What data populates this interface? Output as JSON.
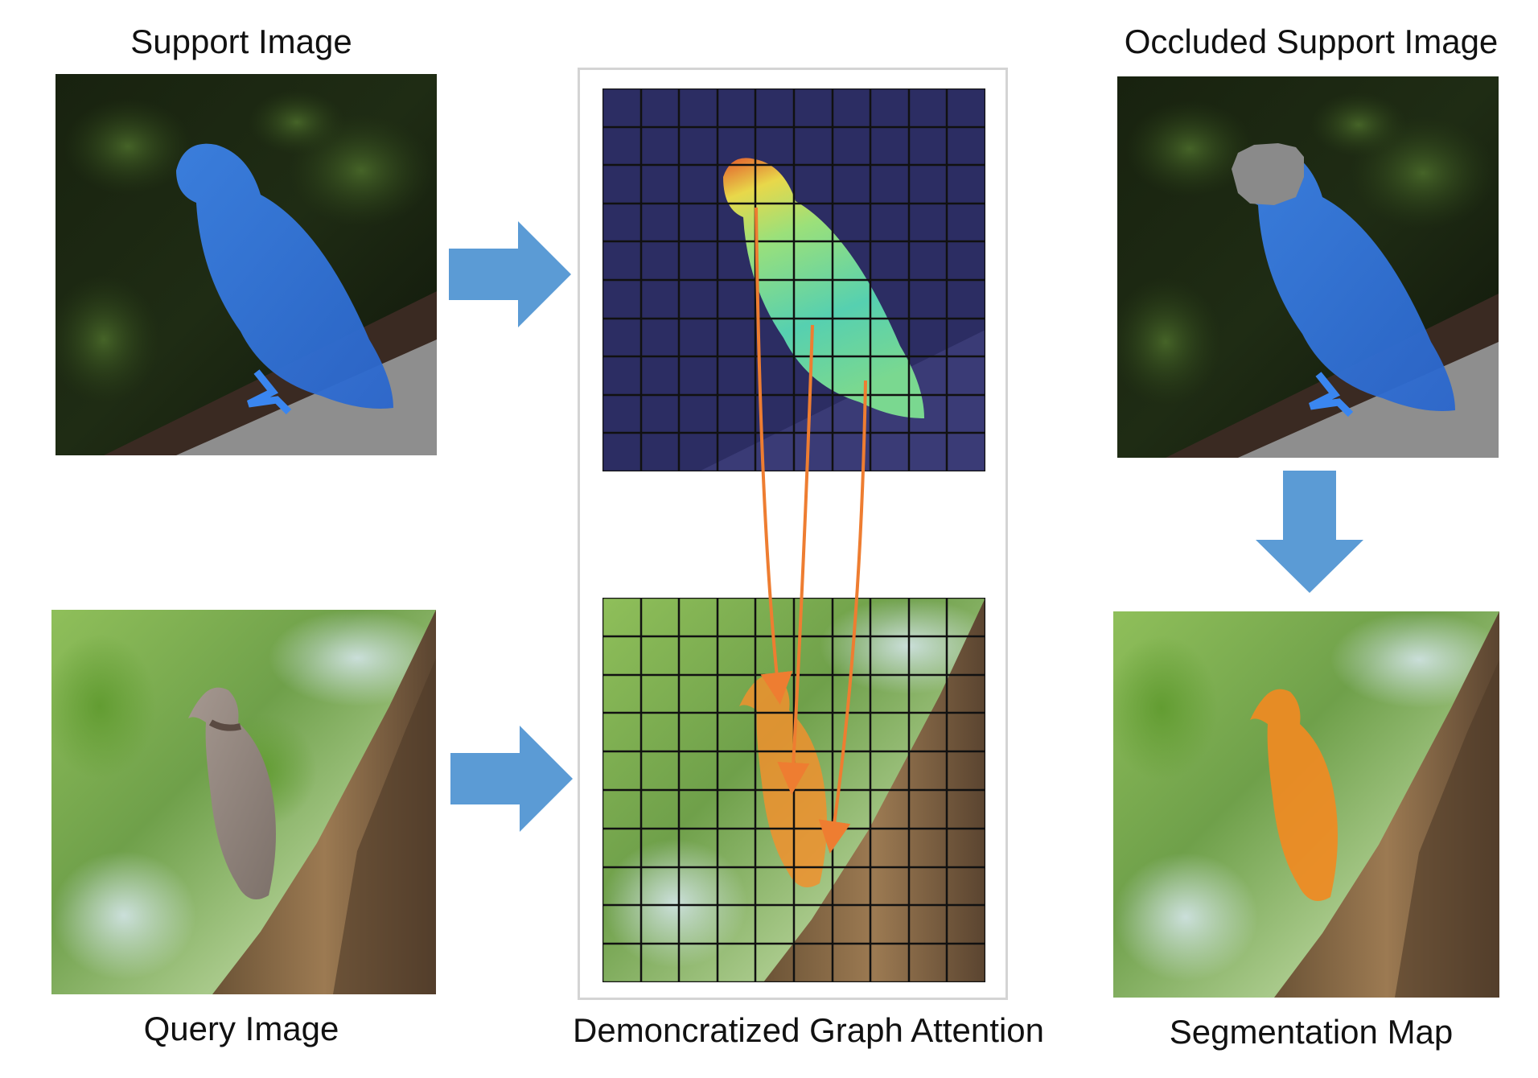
{
  "labels": {
    "support_image": "Support Image",
    "occluded_support_image": "Occluded Support Image",
    "query_image": "Query Image",
    "graph_attention": "Demoncratized Graph Attention",
    "segmentation_map": "Segmentation Map"
  },
  "colors": {
    "arrow_blue": "#5b9bd5",
    "support_mask_blue": "#3b7fe0",
    "query_mask_orange": "#f0912e",
    "attention_link_orange": "#ee7d31",
    "attention_bg_navy": "#2c2d63",
    "occlusion_gray": "#8a8a8a",
    "frame_gray": "#d4d4d4"
  },
  "grid": {
    "rows": 10,
    "cols": 10
  },
  "icons": {
    "arrow_right": "right-arrow-icon",
    "arrow_down": "down-arrow-icon"
  }
}
